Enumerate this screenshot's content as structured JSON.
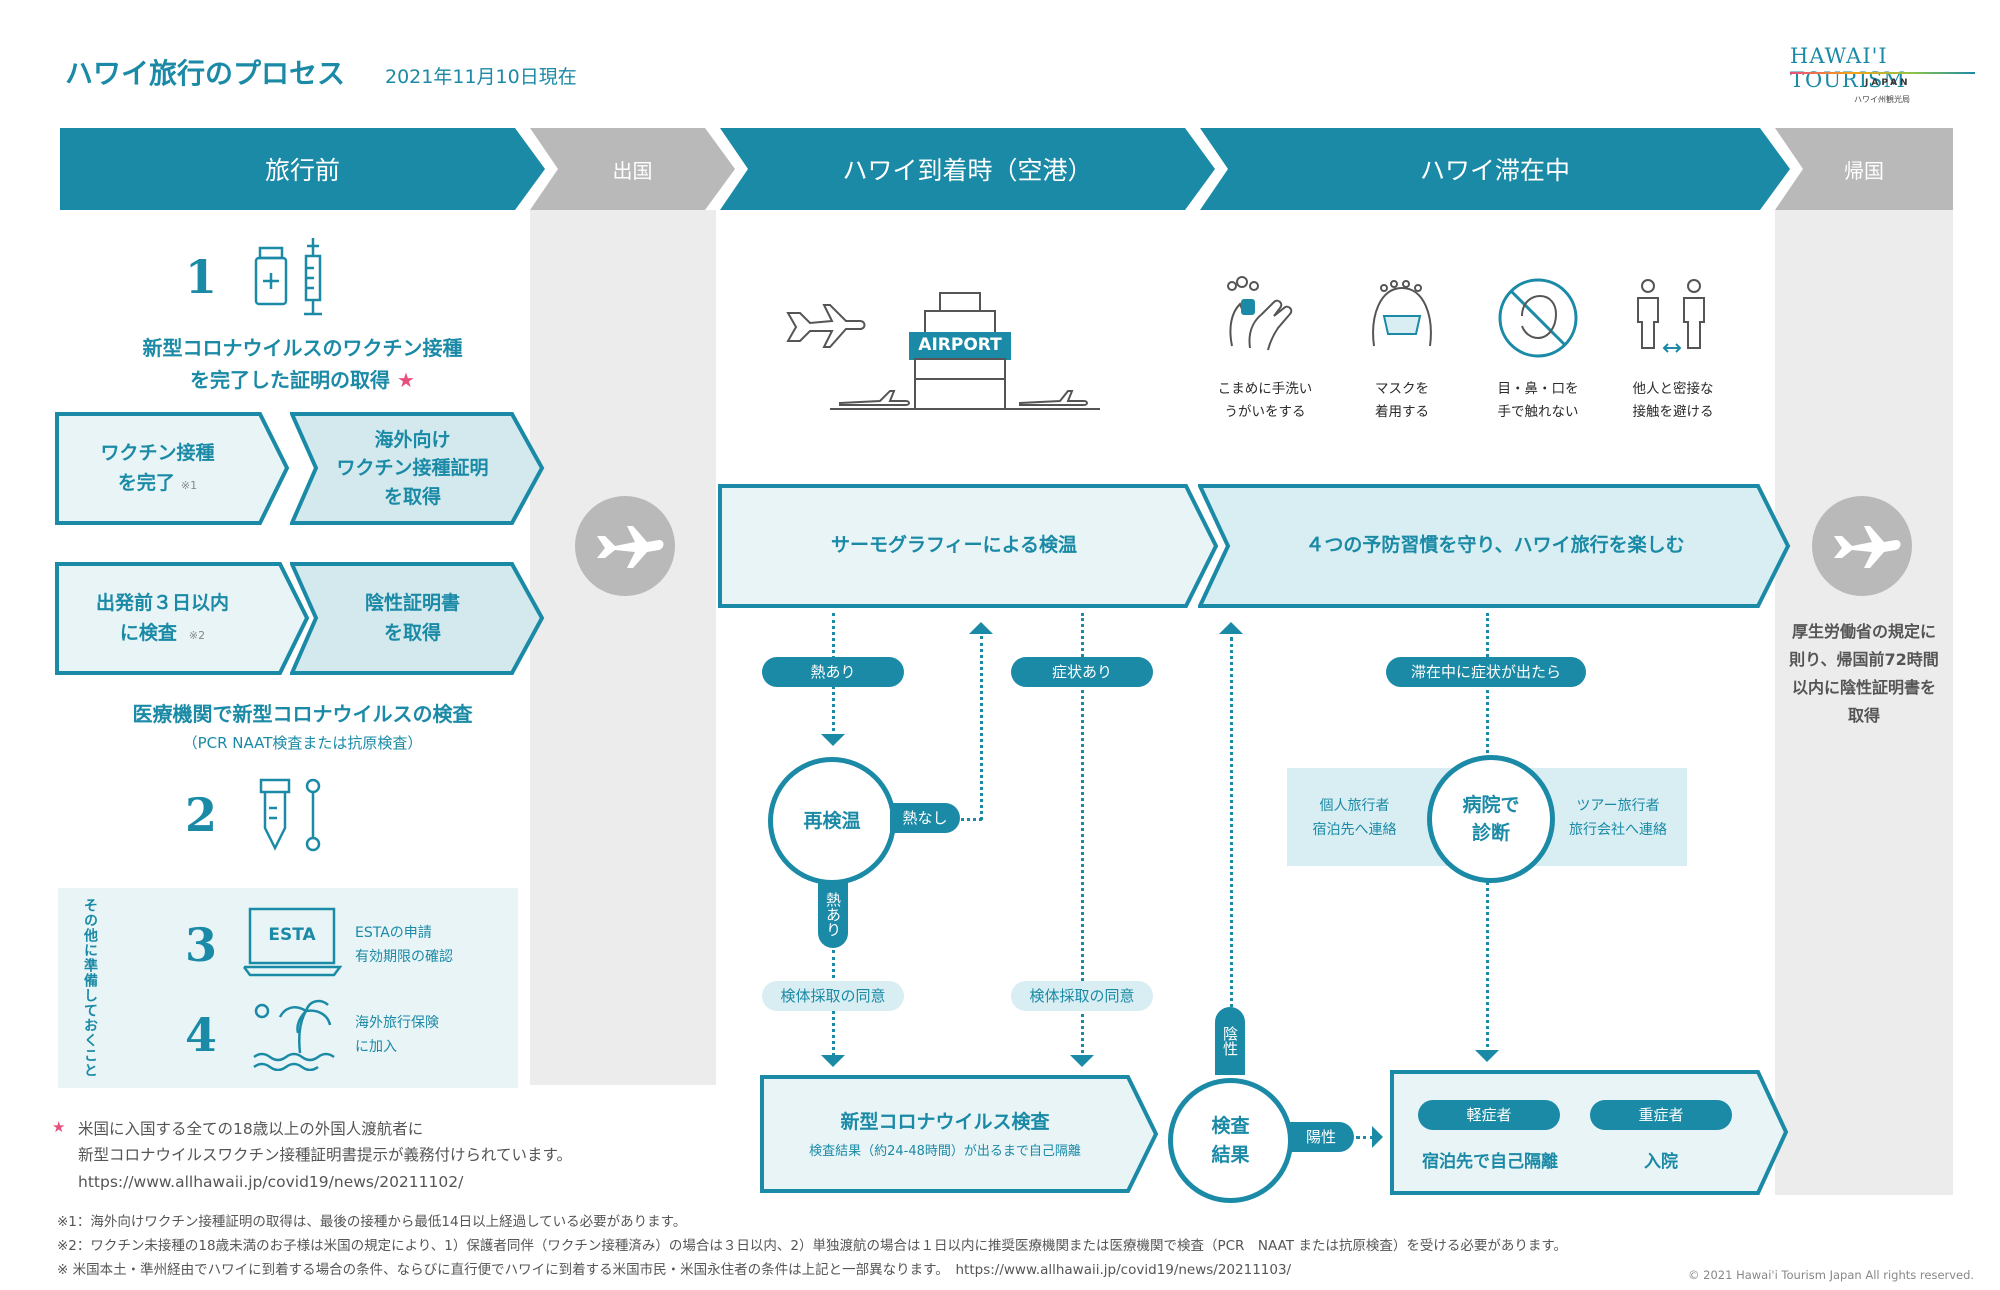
{
  "header": {
    "title": "ハワイ旅行のプロセス",
    "date": "2021年11月10日現在",
    "logo_main": "HAWAI'I TOURISM",
    "logo_sub1": "JAPAN",
    "logo_sub2": "ハワイ州観光局"
  },
  "phases": {
    "before": "旅行前",
    "departure": "出国",
    "arrival": "ハワイ到着時（空港）",
    "stay": "ハワイ滞在中",
    "return": "帰国"
  },
  "before": {
    "step1_num": "1",
    "step1_title_1": "新型コロナウイルスのワクチン接種",
    "step1_title_2": "を完了した証明の取得",
    "star": "★",
    "box_a_1": "ワクチン接種",
    "box_a_2": "を完了",
    "box_a_note": "※1",
    "box_b_1": "海外向け",
    "box_b_2": "ワクチン接種証明",
    "box_b_3": "を取得",
    "box_c_1": "出発前３日以内",
    "box_c_2": "に検査",
    "box_c_note": "※2",
    "box_d_1": "陰性証明書",
    "box_d_2": "を取得",
    "test_title": "医療機関で新型コロナウイルスの検査",
    "test_sub": "（PCR NAAT検査または抗原検査）",
    "step2_num": "2",
    "other_label": "その他に準備しておくこと",
    "step3_num": "3",
    "esta_icon": "ESTA",
    "step3_text_1": "ESTAの申請",
    "step3_text_2": "有効期限の確認",
    "step4_num": "4",
    "step4_text_1": "海外旅行保険",
    "step4_text_2": "に加入"
  },
  "airport": {
    "airport_sign": "AIRPORT",
    "thermo": "サーモグラフィーによる検温",
    "fever_yes": "熱あり",
    "symptom_yes": "症状あり",
    "recheck": "再検温",
    "fever_no": "熱なし",
    "fever_yes2": "熱あり",
    "consent_1": "検体採取の同意",
    "consent_2": "検体採取の同意",
    "covid_test_title": "新型コロナウイルス検査",
    "covid_test_sub": "検査結果（約24-48時間）が出るまで自己隔離",
    "negative": "陰性",
    "result_1": "検査",
    "result_2": "結果",
    "positive": "陽性"
  },
  "stay": {
    "prevent_1_l1": "こまめに手洗い",
    "prevent_1_l2": "うがいをする",
    "prevent_2_l1": "マスクを",
    "prevent_2_l2": "着用する",
    "prevent_3_l1": "目・鼻・口を",
    "prevent_3_l2": "手で触れない",
    "prevent_4_l1": "他人と密接な",
    "prevent_4_l2": "接触を避ける",
    "enjoy": "４つの予防習慣を守り、ハワイ旅行を楽しむ",
    "symptom_during": "滞在中に症状が出たら",
    "individual_1": "個人旅行者",
    "individual_2": "宿泊先へ連絡",
    "hospital_1": "病院で",
    "hospital_2": "診断",
    "tour_1": "ツアー旅行者",
    "tour_2": "旅行会社へ連絡",
    "mild": "軽症者",
    "severe": "重症者",
    "mild_action": "宿泊先で自己隔離",
    "severe_action": "入院"
  },
  "return": {
    "text_1": "厚生労働省の規定に",
    "text_2": "則り、帰国前72時間",
    "text_3": "以内に陰性証明書を",
    "text_4": "取得"
  },
  "notes": {
    "star_note_1": "米国に入国する全ての18歳以上の外国人渡航者に",
    "star_note_2": "新型コロナウイルスワクチン接種証明書提示が義務付けられています。",
    "star_note_3": "https://www.allhawaii.jp/covid19/news/20211102/",
    "note1": "※1：海外向けワクチン接種証明の取得は、最後の接種から最低14日以上経過している必要があります。",
    "note2": "※2：ワクチン未接種の18歳未満のお子様は米国の規定により、1）保護者同伴（ワクチン接種済み）の場合は３日以内、2）単独渡航の場合は１日以内に推奨医療機関または医療機関で検査（PCR　NAAT または抗原検査）を受ける必要があります。",
    "note3": "※ 米国本土・準州経由でハワイに到着する場合の条件、ならびに直行便でハワイに到着する米国市民・米国永住者の条件は上記と一部異なります。　https://www.allhawaii.jp/covid19/news/20211103/",
    "copyright": "© 2021 Hawai'i Tourism Japan All rights reserved."
  },
  "colors": {
    "teal": "#1b8aa6",
    "light_teal": "#d8eef2",
    "pale_teal": "#e8f4f6",
    "grey": "#b9b9b9",
    "grey_bg": "#ececec",
    "pink": "#e7507d"
  },
  "icons": [
    "vaccine-icon",
    "test-tube-icon",
    "swab-icon",
    "laptop-esta-icon",
    "palm-tree-icon",
    "airplane-icon",
    "airport-icon",
    "handwash-icon",
    "mask-icon",
    "no-touch-face-icon",
    "distance-icon"
  ]
}
